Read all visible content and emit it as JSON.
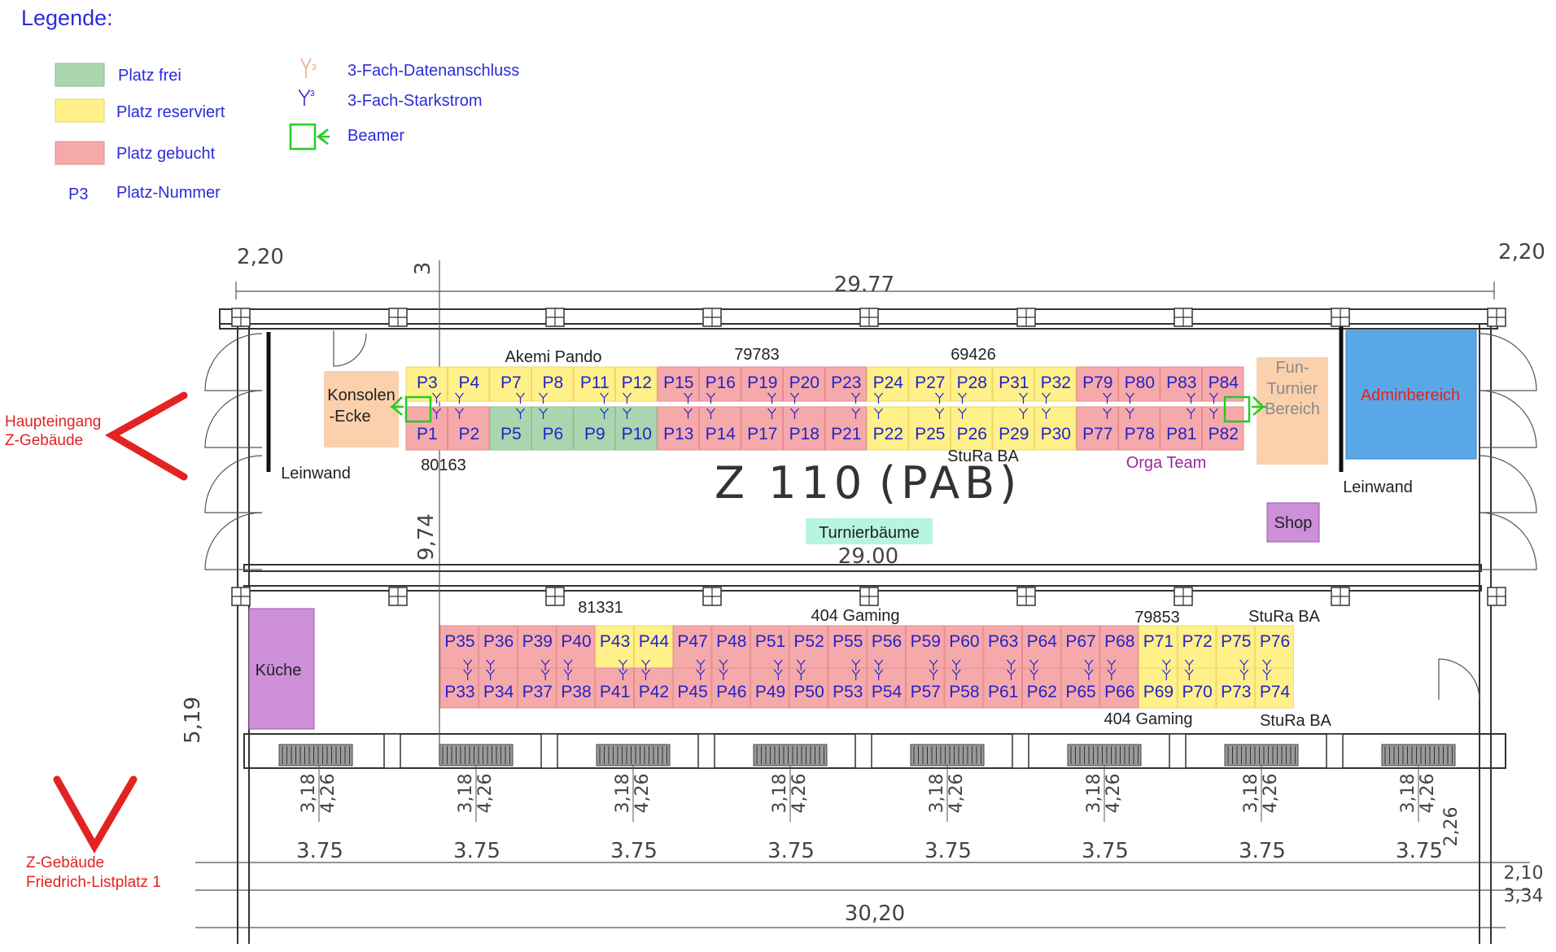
{
  "legend": {
    "title": "Legende:",
    "items": [
      {
        "key": "free",
        "label": "Platz frei"
      },
      {
        "key": "reserved",
        "label": "Platz reserviert"
      },
      {
        "key": "booked",
        "label": "Platz gebucht"
      }
    ],
    "seat_number_sample": "P3",
    "seat_number_label": "Platz-Nummer",
    "data_port_label": "3-Fach-Datenanschluss",
    "power_label": "3-Fach-Starkstrom",
    "beamer_label": "Beamer",
    "data_port_glyph": "3",
    "power_glyph": "3"
  },
  "colors": {
    "free": "#a9d6ae",
    "reserved": "#fff08a",
    "booked": "#f6a9aa",
    "beamer": "#22cc22",
    "entrance": "#e32222",
    "fun": "#fbd0ad",
    "admin": "#5aa7e7",
    "kitchen": "#cc8fd8",
    "turnier": "#b6f5e2",
    "orga": "#9a2a9a"
  },
  "room": {
    "name": "Z 110",
    "code": "(PAB)",
    "width_top": "29.77",
    "width_inner": "29.00",
    "width_bottom": "30,20",
    "height": "9,74",
    "corner_left": "2,20",
    "corner_right": "2,20",
    "top_mark": "3",
    "side_mark": "5,19",
    "bay_widths": [
      "3.75",
      "3.75",
      "3.75",
      "3.75",
      "3.75",
      "3.75",
      "3.75",
      "3.75"
    ],
    "window_pair": [
      "3,18",
      "4,26"
    ],
    "right_dims": [
      "2,26",
      "2,10",
      "3,34"
    ]
  },
  "zones": {
    "konsolen": "Konsolen--Ecke",
    "konsolen_lines": [
      "Konsolen",
      "-Ecke"
    ],
    "fun_lines": [
      "Fun-",
      "Turnier",
      "Bereich"
    ],
    "admin": "Adminbereich",
    "kitchen": "Küche",
    "shop": "Shop",
    "turnier": "Turnierbäume",
    "screen_left": "Leinwand",
    "screen_right": "Leinwand",
    "orga": "Orga Team"
  },
  "entrances": {
    "main_lines": [
      "Haupteingang",
      "Z-Gebäude"
    ],
    "building_lines": [
      "Z-Gebäude",
      "Friedrich-Listplatz 1"
    ]
  },
  "group_labels": {
    "top": [
      {
        "text": "Akemi Pando"
      },
      {
        "text": "79783"
      },
      {
        "text": "69426"
      },
      {
        "text": "80163"
      },
      {
        "text": "StuRa BA"
      }
    ],
    "bottom": [
      {
        "text": "81331"
      },
      {
        "text": "404 Gaming"
      },
      {
        "text": "79853"
      },
      {
        "text": "StuRa  BA"
      },
      {
        "text": "404 Gaming"
      },
      {
        "text": "StuRa BA"
      }
    ]
  },
  "seats": {
    "top_upper": [
      {
        "id": "P3",
        "s": "reserved"
      },
      {
        "id": "P4",
        "s": "reserved"
      },
      {
        "id": "P7",
        "s": "reserved"
      },
      {
        "id": "P8",
        "s": "reserved"
      },
      {
        "id": "P11",
        "s": "reserved"
      },
      {
        "id": "P12",
        "s": "reserved"
      },
      {
        "id": "P15",
        "s": "booked"
      },
      {
        "id": "P16",
        "s": "booked"
      },
      {
        "id": "P19",
        "s": "booked"
      },
      {
        "id": "P20",
        "s": "booked"
      },
      {
        "id": "P23",
        "s": "booked"
      },
      {
        "id": "P24",
        "s": "reserved"
      },
      {
        "id": "P27",
        "s": "reserved"
      },
      {
        "id": "P28",
        "s": "reserved"
      },
      {
        "id": "P31",
        "s": "reserved"
      },
      {
        "id": "P32",
        "s": "reserved"
      },
      {
        "id": "P79",
        "s": "booked"
      },
      {
        "id": "P80",
        "s": "booked"
      },
      {
        "id": "P83",
        "s": "booked"
      },
      {
        "id": "P84",
        "s": "booked"
      }
    ],
    "top_lower": [
      {
        "id": "P1",
        "s": "booked"
      },
      {
        "id": "P2",
        "s": "booked"
      },
      {
        "id": "P5",
        "s": "free"
      },
      {
        "id": "P6",
        "s": "free"
      },
      {
        "id": "P9",
        "s": "free"
      },
      {
        "id": "P10",
        "s": "free"
      },
      {
        "id": "P13",
        "s": "booked"
      },
      {
        "id": "P14",
        "s": "booked"
      },
      {
        "id": "P17",
        "s": "booked"
      },
      {
        "id": "P18",
        "s": "booked"
      },
      {
        "id": "P21",
        "s": "booked"
      },
      {
        "id": "P22",
        "s": "reserved"
      },
      {
        "id": "P25",
        "s": "reserved"
      },
      {
        "id": "P26",
        "s": "reserved"
      },
      {
        "id": "P29",
        "s": "reserved"
      },
      {
        "id": "P30",
        "s": "reserved"
      },
      {
        "id": "P77",
        "s": "booked"
      },
      {
        "id": "P78",
        "s": "booked"
      },
      {
        "id": "P81",
        "s": "booked"
      },
      {
        "id": "P82",
        "s": "booked"
      }
    ],
    "bottom_upper": [
      {
        "id": "P35",
        "s": "booked"
      },
      {
        "id": "P36",
        "s": "booked"
      },
      {
        "id": "P39",
        "s": "booked"
      },
      {
        "id": "P40",
        "s": "booked"
      },
      {
        "id": "P43",
        "s": "reserved"
      },
      {
        "id": "P44",
        "s": "reserved"
      },
      {
        "id": "P47",
        "s": "booked"
      },
      {
        "id": "P48",
        "s": "booked"
      },
      {
        "id": "P51",
        "s": "booked"
      },
      {
        "id": "P52",
        "s": "booked"
      },
      {
        "id": "P55",
        "s": "booked"
      },
      {
        "id": "P56",
        "s": "booked"
      },
      {
        "id": "P59",
        "s": "booked"
      },
      {
        "id": "P60",
        "s": "booked"
      },
      {
        "id": "P63",
        "s": "booked"
      },
      {
        "id": "P64",
        "s": "booked"
      },
      {
        "id": "P67",
        "s": "booked"
      },
      {
        "id": "P68",
        "s": "booked"
      },
      {
        "id": "P71",
        "s": "reserved"
      },
      {
        "id": "P72",
        "s": "reserved"
      },
      {
        "id": "P75",
        "s": "reserved"
      },
      {
        "id": "P76",
        "s": "reserved"
      }
    ],
    "bottom_lower": [
      {
        "id": "P33",
        "s": "booked"
      },
      {
        "id": "P34",
        "s": "booked"
      },
      {
        "id": "P37",
        "s": "booked"
      },
      {
        "id": "P38",
        "s": "booked"
      },
      {
        "id": "P41",
        "s": "booked"
      },
      {
        "id": "P42",
        "s": "booked"
      },
      {
        "id": "P45",
        "s": "booked"
      },
      {
        "id": "P46",
        "s": "booked"
      },
      {
        "id": "P49",
        "s": "booked"
      },
      {
        "id": "P50",
        "s": "booked"
      },
      {
        "id": "P53",
        "s": "booked"
      },
      {
        "id": "P54",
        "s": "booked"
      },
      {
        "id": "P57",
        "s": "booked"
      },
      {
        "id": "P58",
        "s": "booked"
      },
      {
        "id": "P61",
        "s": "booked"
      },
      {
        "id": "P62",
        "s": "booked"
      },
      {
        "id": "P65",
        "s": "booked"
      },
      {
        "id": "P66",
        "s": "booked"
      },
      {
        "id": "P69",
        "s": "reserved"
      },
      {
        "id": "P70",
        "s": "reserved"
      },
      {
        "id": "P73",
        "s": "reserved"
      },
      {
        "id": "P74",
        "s": "reserved"
      }
    ]
  }
}
